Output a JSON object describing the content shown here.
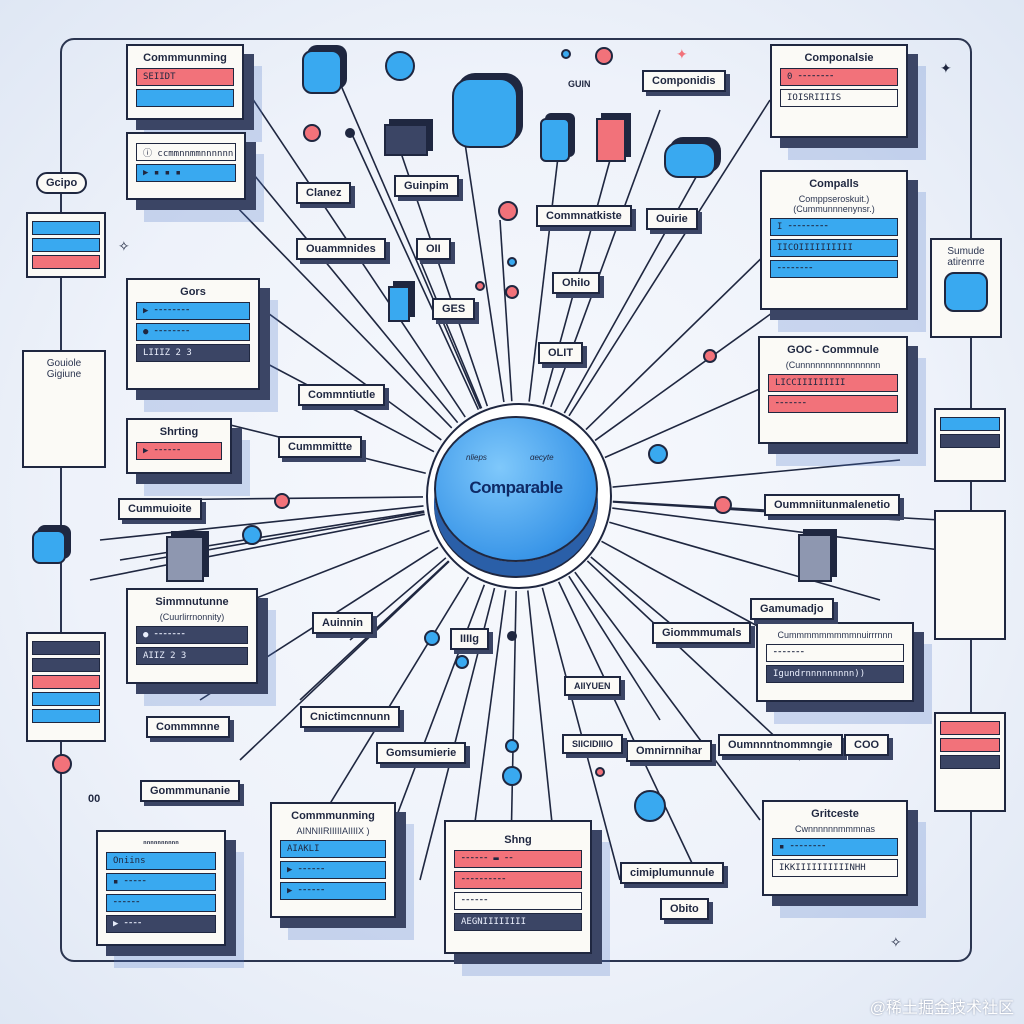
{
  "hub": {
    "label": "Comparable",
    "left_note": "nlieps",
    "right_note": "ɑecyte"
  },
  "boxes": {
    "b1": {
      "title": "Commmunming",
      "rows": [
        "SEIIDT",
        "",
        ""
      ]
    },
    "b2": {
      "title": "",
      "rows": [
        ""
      ]
    },
    "b3": {
      "title": "Gors",
      "rows": [
        "",
        "",
        "LIIIZ 2 3"
      ]
    },
    "b4": {
      "title": "Shrting",
      "rows": [
        ""
      ]
    },
    "b5": {
      "title": "Simmnutunne",
      "sub": "(Cuurlirrnonnity)",
      "rows": [
        "",
        "AIIZ 2 3"
      ]
    },
    "b6": {
      "title": "Commmunming",
      "sub": "AINNIIRIIIIIAIIIIX )",
      "rows": [
        "AIAKLI",
        "",
        ""
      ]
    },
    "b7": {
      "title": "Shng",
      "rows": [
        "",
        "",
        "AEGNIIIIIIII"
      ]
    },
    "b8": {
      "title": "Gommmunanie",
      "rows": [
        "Oniins",
        "",
        "",
        ""
      ]
    },
    "r1": {
      "title": "Componalsie",
      "rows": [
        "",
        "IOISRIIIIS"
      ]
    },
    "r2": {
      "title": "Compalls",
      "sub": "Comppseroskuit.) (Cummunnnenynsr.)",
      "rows": [
        "",
        "IICOIIIIIIIIII",
        ""
      ]
    },
    "r3": {
      "title": "GOC - Commnule",
      "sub": "(Cunnnnnnnnnnnnnnnn",
      "rows": [
        "LICCIIIIIIIII",
        ""
      ]
    },
    "r4": {
      "title": "Gamumadjo",
      "sub": "Cummmmmmmmmnuirrrnnn",
      "rows": [
        "Igundrnnnnnnnnn))"
      ]
    },
    "r5": {
      "title": "Gritceste",
      "sub": "Cwnnnnnnmmmnas",
      "rows": [
        "",
        "IKKIIIIIIIIIINHH"
      ]
    }
  },
  "tags": {
    "gcipo": "Gcipo",
    "clanez": "Clanez",
    "guinpim": "Guinpim",
    "commnatkiste": "Commnatkiste",
    "componidis": "Componidis",
    "ouarimdes": "Ouammnides",
    "oui": "OII",
    "oire": "Ouirie",
    "ges": "GES",
    "ohio": "OhiIo",
    "olit": "OLIT",
    "commnitiutle": "Commntiutle",
    "commmittte": "Cummmittte",
    "commmwine": "Cummuioite",
    "ommmmuina": "Oummniitunmalenetio",
    "aunnin": "Auinnin",
    "ihtg": "IIIIg",
    "giommmumals": "Giommmumals",
    "commmnne": "Commmnne",
    "cnictimcnnum": "Cnictimcnnunn",
    "gomsumierie": "Gomsumierie",
    "aiyuen": "AIIYUEN",
    "oomminer": "Omnirnnihar",
    "suiocieo": "SIICIDIIIO",
    "ommuinamnte": "Oumnnntnommngie",
    "coo": "COO",
    "cimplutunnule": "cimiplumunnule",
    "obito": "Obito",
    "gouide": "Gouiole Gigiune",
    "sumude": "Sumude atirenrre",
    "oo": "00",
    "guin": "GUIN"
  },
  "colors": {
    "blue": "#39a9f0",
    "red": "#f2727a",
    "dark": "#3b4565",
    "ink": "#1f2740"
  },
  "watermark": "@稀土掘金技术社区"
}
